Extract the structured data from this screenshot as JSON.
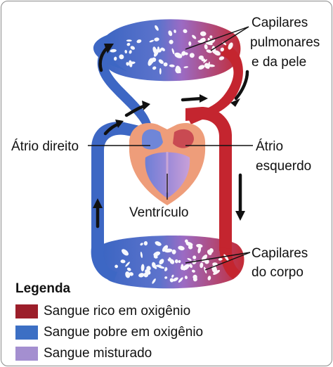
{
  "labels": {
    "lung_capillaries": [
      "Capilares",
      "pulmonares",
      "e da pele"
    ],
    "right_atrium": "Átrio direito",
    "left_atrium": [
      "Átrio",
      "esquerdo"
    ],
    "ventricle": "Ventrículo",
    "body_capillaries": [
      "Capilares",
      "do corpo"
    ]
  },
  "legend": {
    "title": "Legenda",
    "items": [
      {
        "label": "Sangue rico em oxigênio",
        "color": "#9c1e2a"
      },
      {
        "label": "Sangue pobre em oxigênio",
        "color": "#3c6fc4"
      },
      {
        "label": "Sangue misturado",
        "color": "#a48fd0"
      }
    ]
  },
  "colors": {
    "oxygen_rich": "#c4252f",
    "oxygen_poor": "#3d67c4",
    "mixed": "#9a88d8",
    "heart_tissue": "#ee9d7a",
    "arrow": "#111111"
  }
}
